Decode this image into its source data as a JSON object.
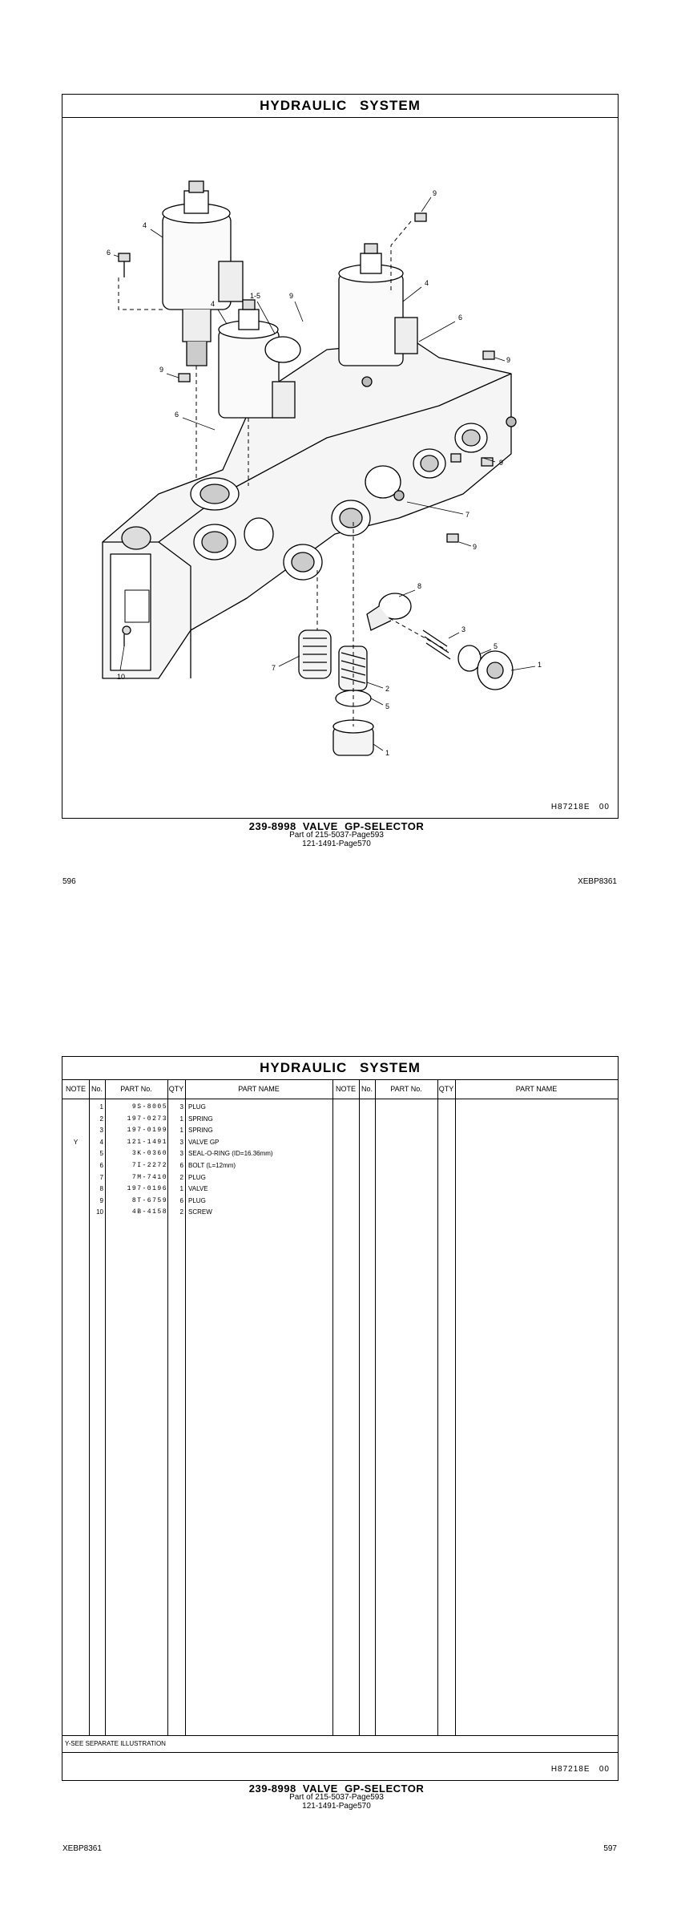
{
  "page_top": {
    "title": "HYDRAULIC SYSTEM",
    "illustration_ref": "H87218E   00",
    "caption": {
      "main": "239-8998  VALVE  GP-SELECTOR",
      "line2": "Part of 215-5037-Page593",
      "line3": "121-1491-Page570"
    },
    "page_left": "596",
    "doc_right": "XEBP8361",
    "callouts": [
      "9",
      "4",
      "6",
      "4",
      "1-5",
      "9",
      "4",
      "6",
      "9",
      "9",
      "6",
      "9",
      "7",
      "9",
      "8",
      "3",
      "5",
      "1",
      "7",
      "2",
      "5",
      "1",
      "10"
    ]
  },
  "page_bottom": {
    "title": "HYDRAULIC SYSTEM",
    "headers": {
      "note": "NOTE",
      "no": "No.",
      "part": "PART No.",
      "qty": "QTY",
      "name": "PART NAME"
    },
    "rows": [
      {
        "note": "",
        "no": "1",
        "part": "9S-8005",
        "qty": "3",
        "name": "PLUG"
      },
      {
        "note": "",
        "no": "2",
        "part": "197-0273",
        "qty": "1",
        "name": "SPRING"
      },
      {
        "note": "",
        "no": "3",
        "part": "197-0199",
        "qty": "1",
        "name": "SPRING"
      },
      {
        "note": "Y",
        "no": "4",
        "part": "121-1491",
        "qty": "3",
        "name": "VALVE GP"
      },
      {
        "note": "",
        "no": "5",
        "part": "3K-0360",
        "qty": "3",
        "name": "SEAL-O-RING (ID=16.36mm)"
      },
      {
        "note": "",
        "no": "6",
        "part": "7I-2272",
        "qty": "6",
        "name": "BOLT (L=12mm)"
      },
      {
        "note": "",
        "no": "7",
        "part": "7M-7410",
        "qty": "2",
        "name": "PLUG"
      },
      {
        "note": "",
        "no": "8",
        "part": "197-0196",
        "qty": "1",
        "name": "VALVE"
      },
      {
        "note": "",
        "no": "9",
        "part": "8T-6759",
        "qty": "6",
        "name": "PLUG"
      },
      {
        "note": "",
        "no": "10",
        "part": "4B-4158",
        "qty": "2",
        "name": "SCREW"
      }
    ],
    "footnote": "Y-SEE SEPARATE ILLUSTRATION",
    "illustration_ref": "H87218E   00",
    "caption": {
      "main": "239-8998  VALVE  GP-SELECTOR",
      "line2": "Part of 215-5037-Page593",
      "line3": "121-1491-Page570"
    },
    "doc_left": "XEBP8361",
    "page_right": "597"
  }
}
